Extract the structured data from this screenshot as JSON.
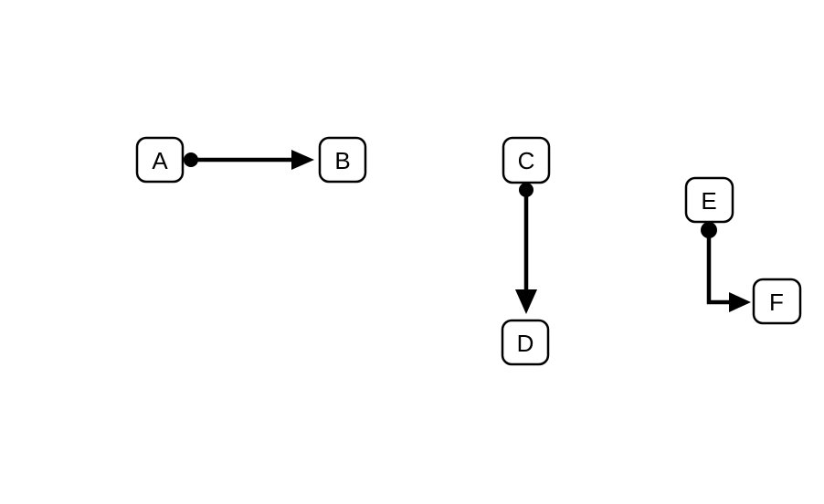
{
  "diagram": {
    "background_color": "#ffffff",
    "stroke_color": "#000000",
    "nodes": [
      {
        "id": "A",
        "label": "A"
      },
      {
        "id": "B",
        "label": "B"
      },
      {
        "id": "C",
        "label": "C"
      },
      {
        "id": "D",
        "label": "D"
      },
      {
        "id": "E",
        "label": "E"
      },
      {
        "id": "F",
        "label": "F"
      }
    ],
    "edges": [
      {
        "from": "A",
        "to": "B",
        "shape": "straight-horizontal",
        "source_marker": "filled-dot",
        "target_marker": "filled-arrowhead"
      },
      {
        "from": "C",
        "to": "D",
        "shape": "straight-vertical",
        "source_marker": "filled-dot",
        "target_marker": "filled-arrowhead"
      },
      {
        "from": "E",
        "to": "F",
        "shape": "elbow-down-right",
        "source_marker": "filled-dot",
        "target_marker": "filled-arrowhead"
      }
    ]
  }
}
